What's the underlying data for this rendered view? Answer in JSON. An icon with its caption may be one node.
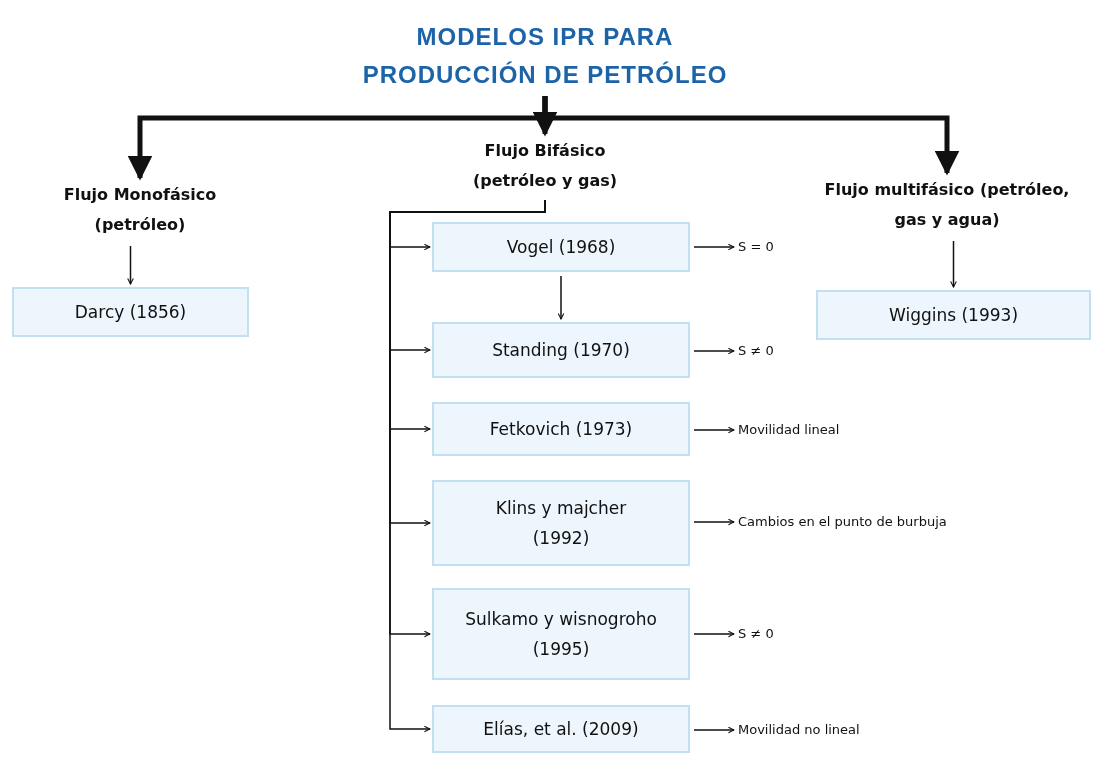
{
  "diagram": {
    "nodes": [
      {
        "text": [
          "MODELOS IPR PARA PRODUCCIÓN DE PETRÓLEO"
        ]
      },
      {
        "text": [
          "Flujo Monofásico (petróleo)"
        ]
      },
      {
        "text": [
          "Flujo Bifásico (petróleo y gas)"
        ]
      },
      {
        "text": [
          "Flujo multifásico (petróleo, gas y agua)"
        ]
      },
      {
        "text": [
          "Darcy (1856)"
        ]
      },
      {
        "text": [
          "Vogel (1968)"
        ]
      },
      {
        "text": [
          "Standing (1970)"
        ]
      },
      {
        "text": [
          "Fetkovich (1973)"
        ]
      },
      {
        "text": [
          "Klins y majcher (1992)"
        ]
      },
      {
        "text": [
          "Sulkamo y wisnogroho (1995)"
        ]
      },
      {
        "text": [
          "Elías, et al. (2009)"
        ]
      },
      {
        "text": [
          "Wiggins (1993)"
        ]
      },
      {
        "text": [
          "S = 0"
        ]
      },
      {
        "text": [
          "S ≠ 0"
        ]
      },
      {
        "text": [
          "Movilidad lineal"
        ]
      },
      {
        "text": [
          "Cambios en el punto de burbuja"
        ]
      },
      {
        "text": [
          "S ≠ 0"
        ]
      },
      {
        "text": [
          "Movilidad no lineal"
        ]
      }
    ],
    "edges": [
      {
        "from": 0,
        "to": 1,
        "arrow": "to",
        "style": "thick"
      },
      {
        "from": 0,
        "to": 2,
        "arrow": "to",
        "style": "thick"
      },
      {
        "from": 0,
        "to": 3,
        "arrow": "to",
        "style": "thick"
      },
      {
        "from": 1,
        "to": 4,
        "arrow": "to"
      },
      {
        "from": 2,
        "to": 5,
        "arrow": "to"
      },
      {
        "from": 2,
        "to": 6,
        "arrow": "to"
      },
      {
        "from": 2,
        "to": 7,
        "arrow": "to"
      },
      {
        "from": 2,
        "to": 8,
        "arrow": "to"
      },
      {
        "from": 2,
        "to": 9,
        "arrow": "to"
      },
      {
        "from": 2,
        "to": 10,
        "arrow": "to"
      },
      {
        "from": 5,
        "to": 6,
        "arrow": "to"
      },
      {
        "from": 3,
        "to": 11,
        "arrow": "to"
      },
      {
        "from": 5,
        "to": 12,
        "arrow": "to"
      },
      {
        "from": 6,
        "to": 13,
        "arrow": "to"
      },
      {
        "from": 7,
        "to": 14,
        "arrow": "to"
      },
      {
        "from": 8,
        "to": 15,
        "arrow": "to"
      },
      {
        "from": 9,
        "to": 16,
        "arrow": "to"
      },
      {
        "from": 10,
        "to": 17,
        "arrow": "to"
      }
    ]
  }
}
